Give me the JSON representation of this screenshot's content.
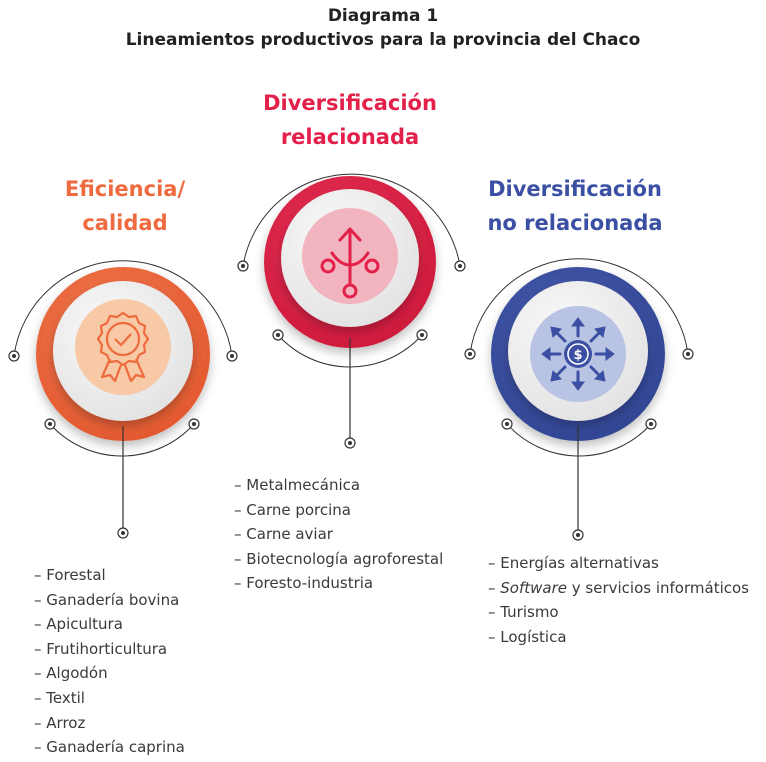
{
  "title": {
    "line1": "Diagrama 1",
    "line2": "Lineamientos productivos para la provincia del Chaco"
  },
  "colors": {
    "orange": "#ef6a3f",
    "red": "#e3204a",
    "blue": "#3b4fa3",
    "ring_grey": "#d9d9d9",
    "line": "#333333"
  },
  "groups": [
    {
      "heading_line1": "Eficiencia/",
      "heading_line2": "calidad",
      "icon": "ribbon-award-icon",
      "items": [
        "Forestal",
        "Ganadería bovina",
        "Apicultura",
        "Frutihorticultura",
        "Algodón",
        "Textil",
        "Arroz",
        "Ganadería caprina"
      ]
    },
    {
      "heading_line1": "Diversificación",
      "heading_line2": "relacionada",
      "icon": "branch-arrow-icon",
      "items": [
        "Metalmecánica",
        "Carne porcina",
        "Carne aviar",
        "Biotecnología agroforestal",
        "Foresto-industria"
      ]
    },
    {
      "heading_line1": "Diversificación",
      "heading_line2": "no relacionada",
      "icon": "dollar-expand-icon",
      "items": [
        "Energías alternativas",
        "Software",
        "y servicios informáticos",
        "Turismo",
        "Logística"
      ]
    }
  ]
}
